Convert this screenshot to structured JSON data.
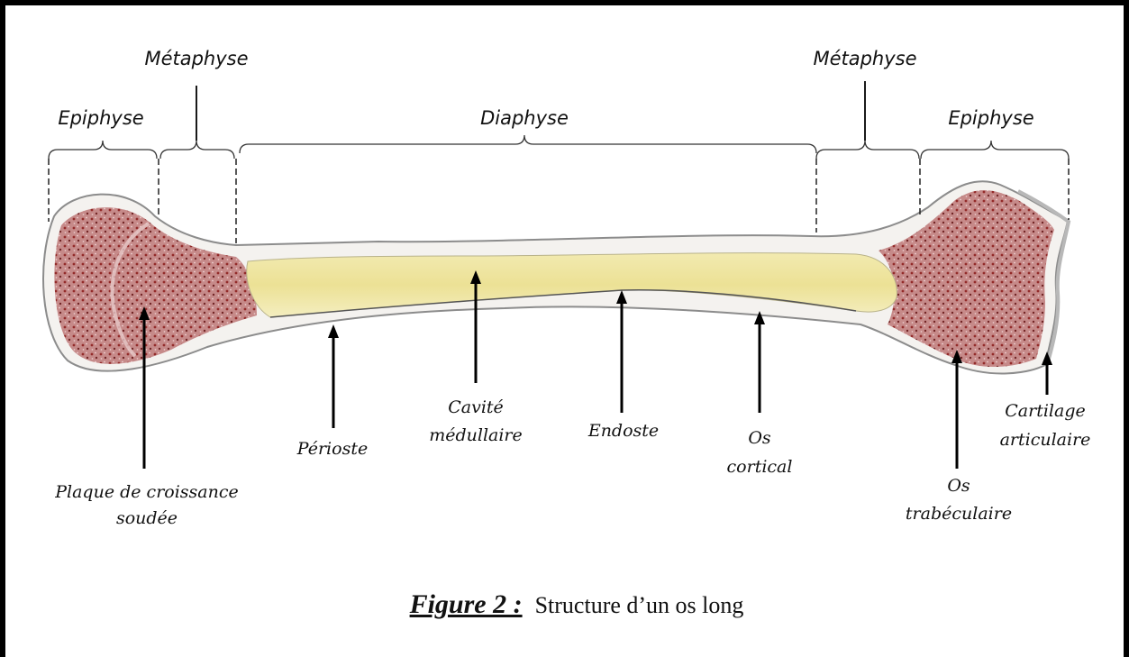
{
  "regions": {
    "epiphyse_left": "Epiphyse",
    "metaphyse_left": "Métaphyse",
    "diaphyse": "Diaphyse",
    "metaphyse_right": "Métaphyse",
    "epiphyse_right": "Epiphyse"
  },
  "parts": {
    "plaque_line1": "Plaque de croissance",
    "plaque_line2": "soudée",
    "perioste": "Périoste",
    "cavite_line1": "Cavité",
    "cavite_line2": "médullaire",
    "endoste": "Endoste",
    "cortical_line1": "Os",
    "cortical_line2": "cortical",
    "trabec_line1": "Os",
    "trabec_line2": "trabéculaire",
    "cartilage_line1": "Cartilage",
    "cartilage_line2": "articulaire"
  },
  "caption": {
    "label": "Figure 2 :",
    "text": "Structure d’un os long"
  },
  "colors": {
    "spongy_bone": "#c98a8a",
    "spongy_dots": "#9a2a2a",
    "marrow": "#efe7a0",
    "cortical": "#f3f1ee",
    "outline": "#8c8c8c"
  }
}
